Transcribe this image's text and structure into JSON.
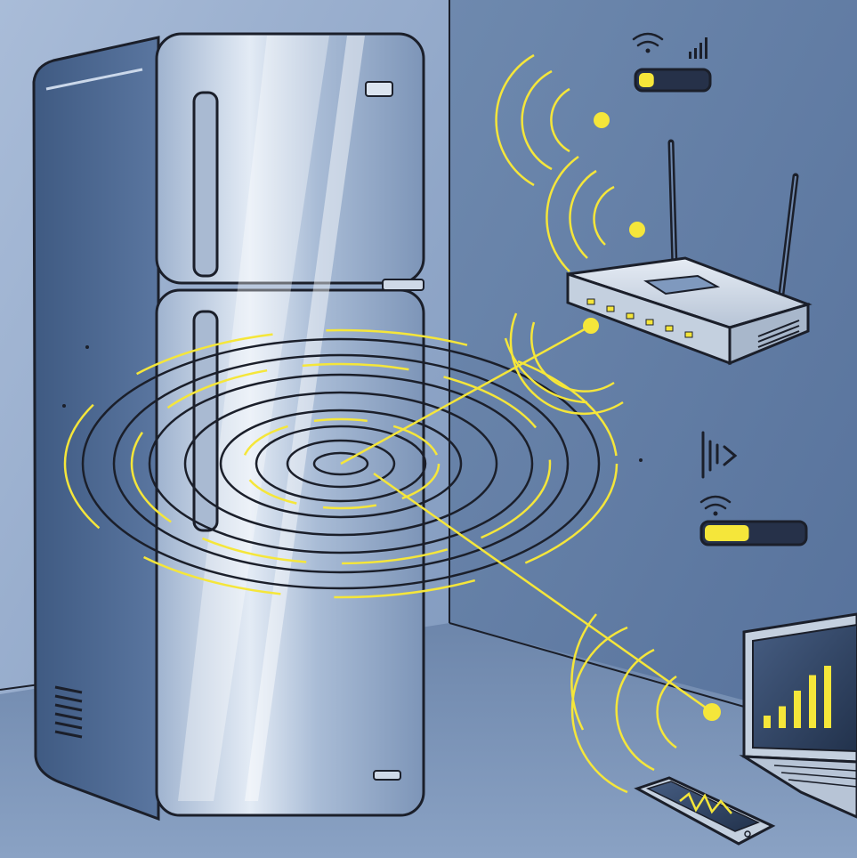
{
  "colors": {
    "wall_left": "#8aa2c4",
    "wall_right": "#5f7ba0",
    "floor": "#6f88ad",
    "fridge_body": "#b9c9de",
    "fridge_side": "#4f6a92",
    "signal_yellow": "#f5e63a",
    "signal_dark": "#1b1f2a",
    "router_body": "#d5dde8",
    "device_screen": "#2d3f5c"
  },
  "icons": {
    "interference": "concentric-rings-icon",
    "wifi_top": "wifi-icon",
    "signal_bars_top": "signal-bars-icon",
    "wifi_mid": "wifi-icon",
    "speaker": "sound-wave-icon"
  },
  "meters": {
    "top_signal_level": 0.22,
    "mid_signal_level": 0.45
  },
  "laptop_bars": [
    0.2,
    0.35,
    0.6,
    0.85,
    1.0
  ]
}
